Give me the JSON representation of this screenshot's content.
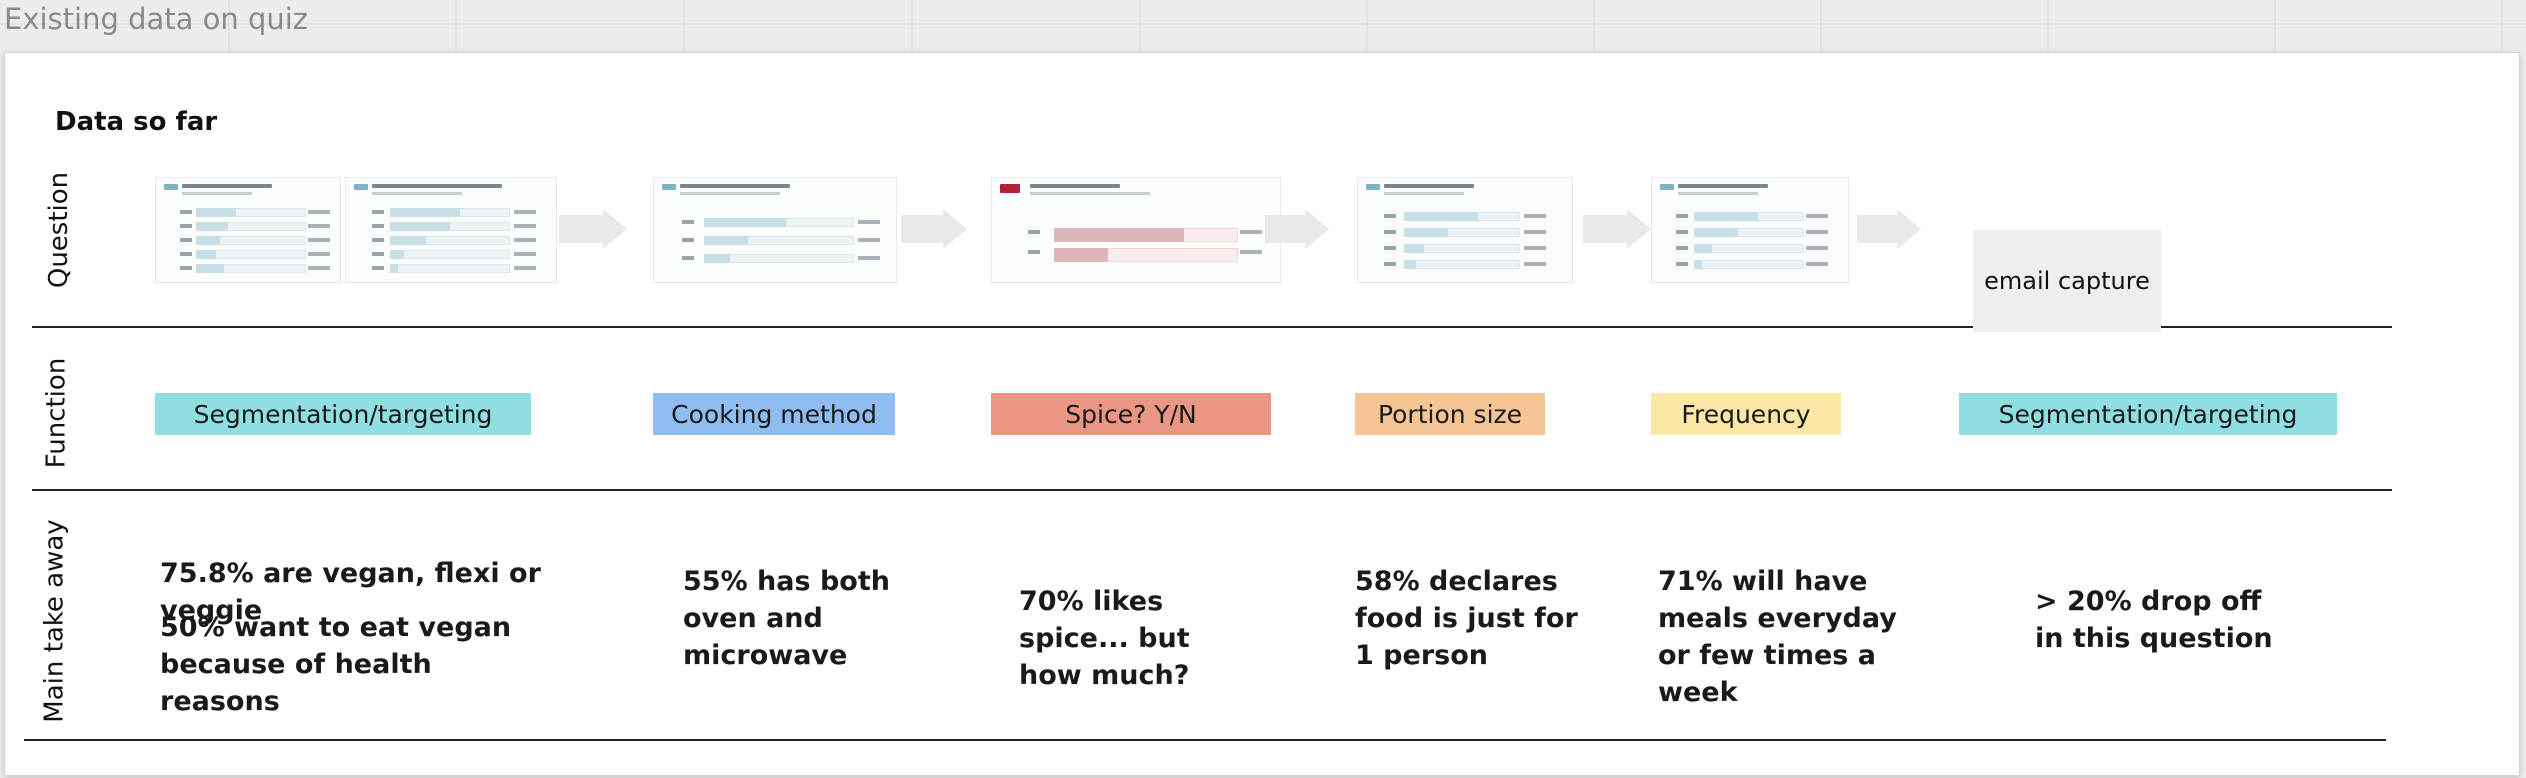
{
  "frame": {
    "title": "Existing data on quiz"
  },
  "board": {
    "title": "Data so far",
    "row_labels": {
      "question": "Question",
      "function": "Function",
      "takeaway": "Main take away"
    }
  },
  "questions": {
    "email_capture": "email capture"
  },
  "functions": [
    {
      "label": "Segmentation/targeting",
      "color": "#8edee2"
    },
    {
      "label": "Cooking method",
      "color": "#8fbdf2"
    },
    {
      "label": "Spice? Y/N",
      "color": "#eb9583"
    },
    {
      "label": "Portion size",
      "color": "#f6c596"
    },
    {
      "label": "Frequency",
      "color": "#fbe7a6"
    },
    {
      "label": "Segmentation/targeting",
      "color": "#8edee2"
    }
  ],
  "takeaways": {
    "segmentation_1a": "75.8% are vegan, flexi or veggie",
    "segmentation_1b": "50% want to eat vegan because of health reasons",
    "cooking": "55% has both oven and microwave",
    "spice": "70% likes spice... but how much?",
    "portion": "58% declares food is just for 1 person",
    "frequency": "71% will have meals everyday or few times a week",
    "dropoff": "> 20% drop off in this question"
  }
}
